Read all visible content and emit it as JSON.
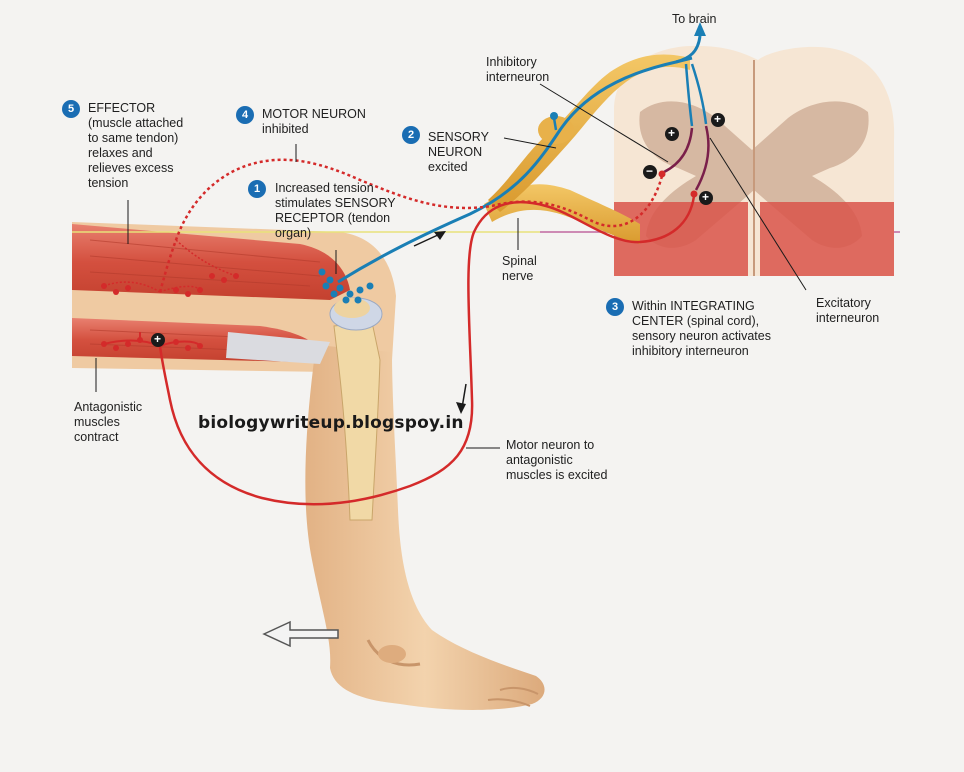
{
  "labels": {
    "to_brain": "To brain",
    "inhibitory_interneuron": "Inhibitory\ninterneuron",
    "excitatory_interneuron": "Excitatory\ninterneuron",
    "spinal_nerve": "Spinal\nnerve",
    "antagonistic_muscles": "Antagonistic\nmuscles\ncontract",
    "motor_neuron_antagonistic": "Motor neuron to\nantagonistic\nmuscles is excited"
  },
  "steps": [
    {
      "number": "1",
      "text": "Increased tension\nstimulates SENSORY\nRECEPTOR (tendon\norgan)"
    },
    {
      "number": "2",
      "text": "SENSORY\nNEURON\nexcited"
    },
    {
      "number": "3",
      "text": "Within INTEGRATING\nCENTER (spinal cord),\nsensory neuron activates\ninhibitory  interneuron"
    },
    {
      "number": "4",
      "text": "MOTOR NEURON\ninhibited"
    },
    {
      "number": "5",
      "text": "EFFECTOR\n(muscle attached\nto same tendon)\nrelaxes and\nrelieves excess\ntension"
    }
  ],
  "symbols": {
    "plus": "+",
    "minus": "−"
  },
  "watermark": "biologywriteup.blogspoy.in",
  "colors": {
    "sensory": "#1a7fb5",
    "motor": "#d42a2a",
    "interneuron": "#7a1f4a",
    "muscle": "#d9584a",
    "nerve": "#e8b14a",
    "skin": "#ecc49a",
    "badge": "#1a6db3"
  }
}
